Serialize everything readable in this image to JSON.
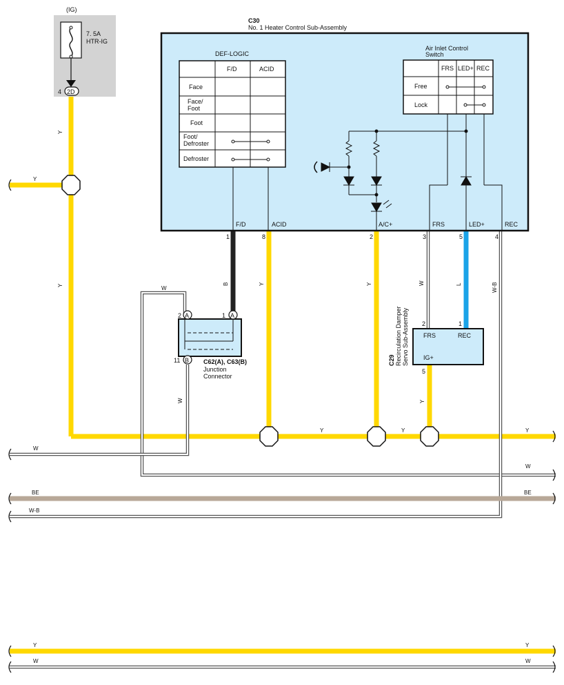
{
  "fuse": {
    "ig_label": "(IG)",
    "rating": "7. 5A",
    "name": "HTR-IG",
    "connector_pin": "4",
    "connector_code": "2D"
  },
  "c30": {
    "code": "C30",
    "title": "No.  1 Heater Control Sub-Assembly",
    "def_logic": {
      "title": "DEF-LOGIC",
      "columns": [
        "F/D",
        "ACID"
      ],
      "rows": [
        "Face",
        "Face/\nFoot",
        "Foot",
        "Foot/\nDefroster",
        "Defroster"
      ]
    },
    "air_inlet": {
      "title_line1": "Air Inlet Control",
      "title_line2": "Switch",
      "columns": [
        "FRS",
        "LED+",
        "REC"
      ],
      "rows": [
        "Free",
        "Lock"
      ]
    },
    "terminals": [
      {
        "name": "F/D",
        "pin": "1"
      },
      {
        "name": "ACID",
        "pin": "8"
      },
      {
        "name": "A/C+",
        "pin": "2"
      },
      {
        "name": "FRS",
        "pin": "3"
      },
      {
        "name": "LED+",
        "pin": "5"
      },
      {
        "name": "REC",
        "pin": "4"
      }
    ]
  },
  "junction": {
    "title": "C62(A), C63(B)",
    "line2": "Junction",
    "line3": "Connector",
    "pin_a2": "2",
    "pin_a1": "1",
    "pin_b11": "11",
    "conn_a": "A",
    "conn_b": "B"
  },
  "c29": {
    "code": "C29",
    "line1": "Recirculation Damper",
    "line2": "Servo Sub-Assembly",
    "terminals": [
      {
        "name": "FRS",
        "pin": "2"
      },
      {
        "name": "REC",
        "pin": "1"
      },
      {
        "name": "IG+",
        "pin": "5"
      }
    ]
  },
  "wire_codes": {
    "y": "Y",
    "b": "B",
    "w": "W",
    "l": "L",
    "wb": "W-B",
    "be": "BE"
  },
  "colors": {
    "yellow": "#FFD800",
    "black": "#222222",
    "blue": "#1AA3E8",
    "beige": "#B8A898",
    "white_wire": "#555555",
    "ecu_fill": "#CDEBFA",
    "fuse_fill": "#D3D3D3"
  }
}
